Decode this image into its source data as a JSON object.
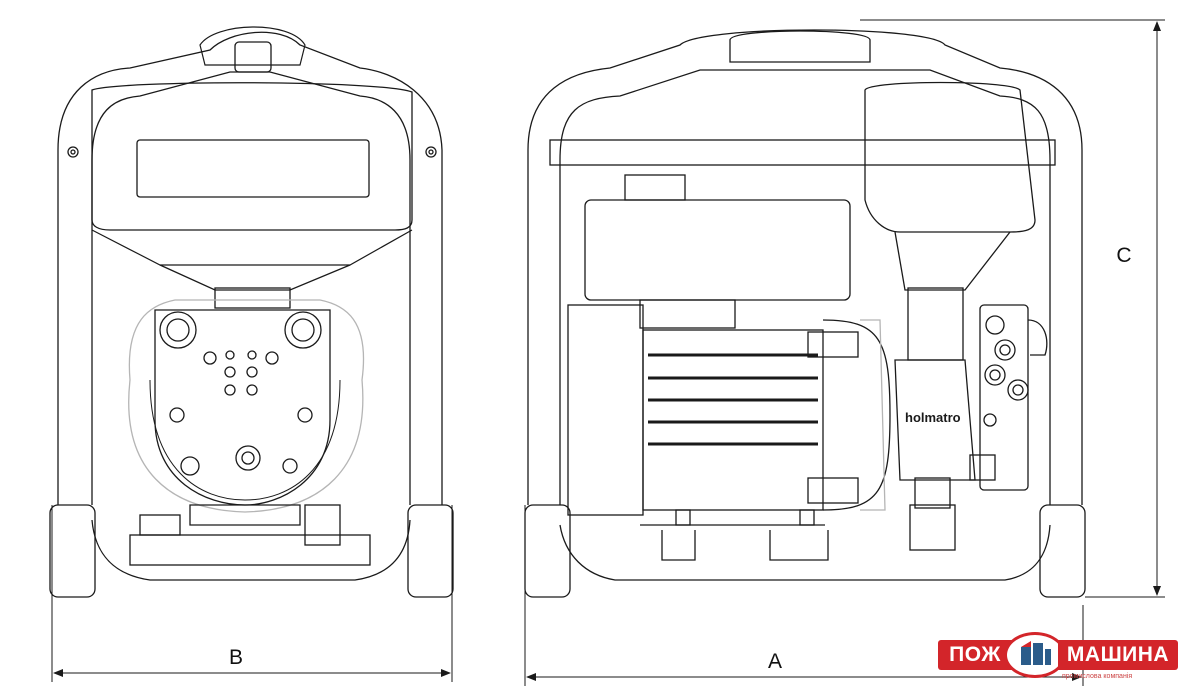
{
  "dimensions": {
    "width_label": "B",
    "length_label": "A",
    "height_label": "C"
  },
  "brand_mark": "holmatro",
  "logo": {
    "left_text": "ПОЖ",
    "right_text": "МАШИНА",
    "subtitle": "промисловa компанія",
    "color": "#d3252a"
  },
  "colors": {
    "line": "#1a1a1a",
    "light_line": "#b5b5b5",
    "background": "#ffffff"
  }
}
